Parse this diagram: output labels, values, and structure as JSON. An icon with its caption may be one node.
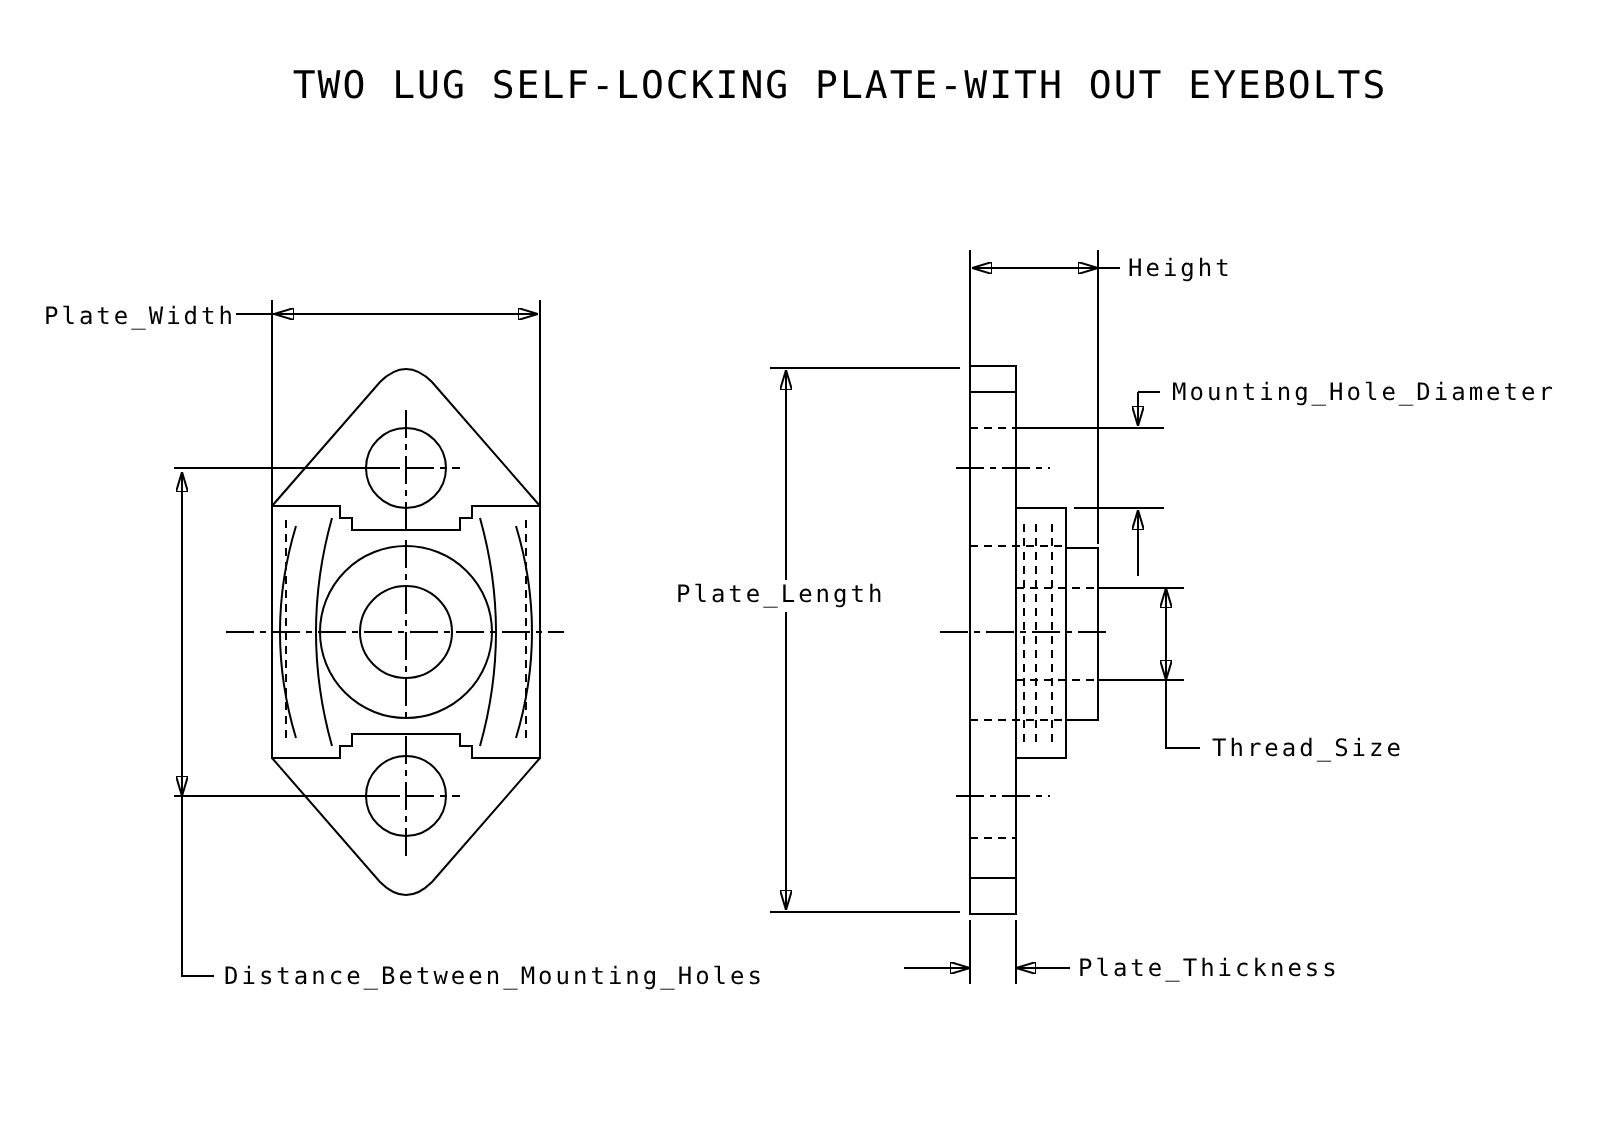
{
  "diagram": {
    "title": "TWO LUG SELF-LOCKING PLATE-WITH OUT EYEBOLTS",
    "labels": [
      "Height",
      "Plate_Width",
      "Mounting_Hole_Diameter",
      "Plate_Length",
      "Thread_Size",
      "Plate_Thickness",
      "Distance_Between_Mounting_Holes"
    ]
  }
}
